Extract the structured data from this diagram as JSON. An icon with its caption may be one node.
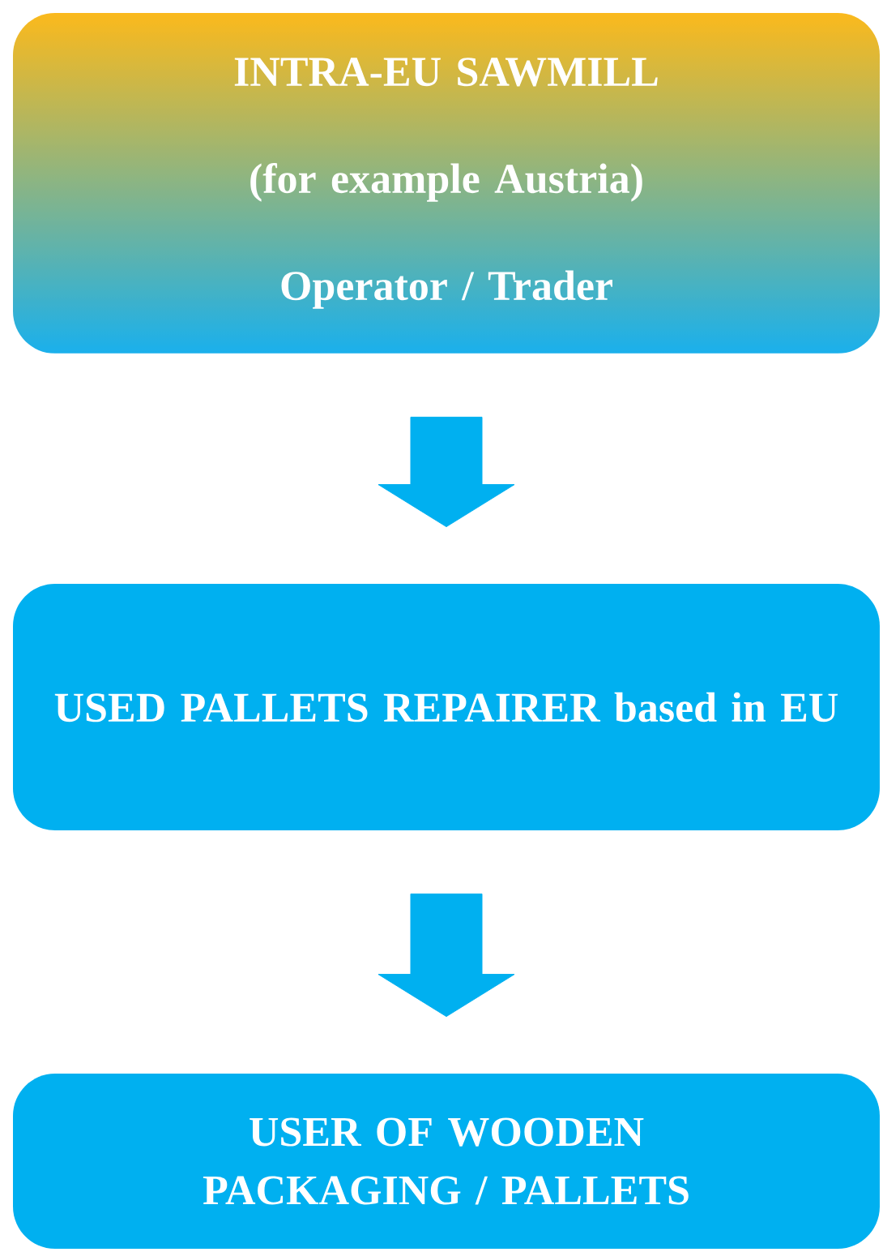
{
  "diagram": {
    "nodes": [
      {
        "text": [
          "INTRA-EU SAWMILL",
          "(for example Austria)",
          "Operator / Trader"
        ]
      },
      {
        "text": [
          "USED PALLETS REPAIRER based in EU"
        ]
      },
      {
        "text": [
          "USER OF WOODEN PACKAGING / PALLETS"
        ]
      }
    ],
    "edges": [
      {
        "from": 0,
        "to": 1,
        "arrow": "to"
      },
      {
        "from": 1,
        "to": 2,
        "arrow": "to"
      }
    ]
  }
}
